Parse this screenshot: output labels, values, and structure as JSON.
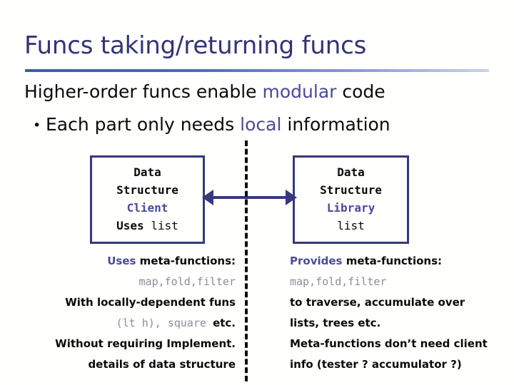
{
  "slide": {
    "title": "Funcs taking/returning funcs",
    "bullets": [
      {
        "bullet_char": "",
        "pre": "Higher-order funcs enable ",
        "highlight": "modular",
        "post": " code"
      },
      {
        "bullet_char": "•",
        "pre": "Each part only needs ",
        "highlight": "local",
        "post": " information"
      }
    ],
    "boxes": {
      "left": {
        "line1": "Data",
        "line2": "Structure",
        "line3": "Client",
        "line4_label": "Uses",
        "line4_code": "list"
      },
      "right": {
        "line1": "Data",
        "line2": "Structure",
        "line3": "Library",
        "line4_label": "",
        "line4_code": "list"
      }
    },
    "arrow": {
      "label": "bidirectional-arrow",
      "color": "#38387d"
    },
    "divider": {
      "label": "dashed-vertical-divider",
      "color": "#0d0d0d"
    },
    "columns": {
      "left": [
        {
          "lead": "Uses",
          "strong": " meta-functions:",
          "code": "",
          "tail": ""
        },
        {
          "lead": "",
          "strong": "",
          "code": "map,fold,filter",
          "tail": ""
        },
        {
          "lead": "",
          "strong": "With locally-dependent funs",
          "code": "",
          "tail": ""
        },
        {
          "lead": "",
          "strong": "",
          "code": "(lt h), square ",
          "tail": "etc."
        },
        {
          "lead": "",
          "strong": "Without requiring Implement.",
          "code": "",
          "tail": ""
        },
        {
          "lead": "",
          "strong": "details of data structure",
          "code": "",
          "tail": ""
        }
      ],
      "right": [
        {
          "lead": "Provides",
          "strong": " meta-functions:",
          "code": "",
          "tail": ""
        },
        {
          "lead": "",
          "strong": "",
          "code": "map,fold,filter",
          "tail": ""
        },
        {
          "lead": "",
          "strong": "to traverse, accumulate over",
          "code": "",
          "tail": ""
        },
        {
          "lead": "",
          "strong": "lists, trees etc.",
          "code": "",
          "tail": ""
        },
        {
          "lead": "",
          "strong": "Meta-functions don’t need client",
          "code": "",
          "tail": ""
        },
        {
          "lead": "",
          "strong": "info (tester ? accumulator ?)",
          "code": "",
          "tail": ""
        }
      ]
    },
    "colors": {
      "title": "#333378",
      "accent": "#4a4a9a",
      "box_border": "#38387d",
      "rule_start": "#3b5bb5",
      "rule_end": "#c9d2ee",
      "code_text": "#8c8c9e",
      "body_text": "#0a0a0a"
    }
  }
}
